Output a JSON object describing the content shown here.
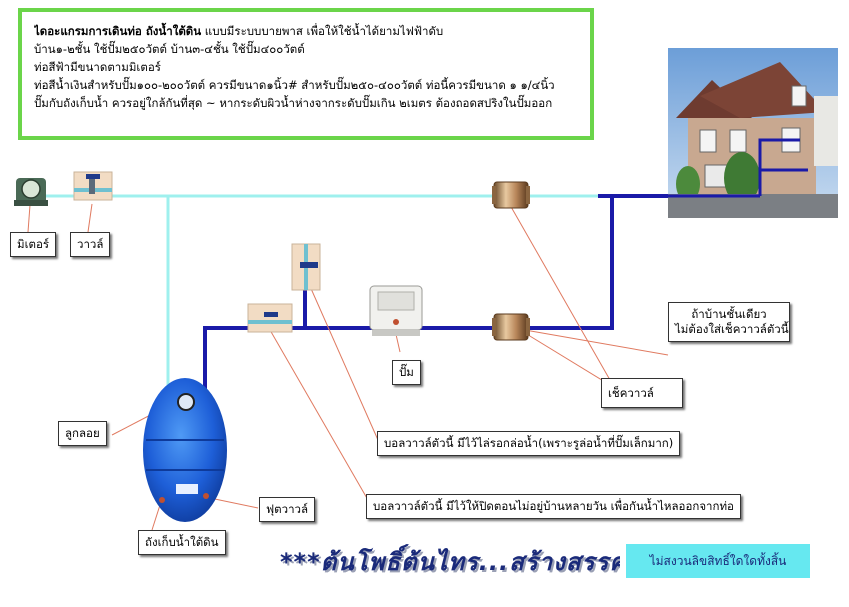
{
  "info": {
    "title": "ไดอะแกรมการเดินท่อ ถังน้ำใต้ดิน",
    "title_rest": " แบบมีระบบบายพาส เพื่อให้ใช้น้ำได้ยามไฟฟ้าดับ",
    "line2": "บ้าน๑-๒ชั้น ใช้ปั๊ม๒๕๐วัตต์    บ้าน๓-๔ชั้น ใช้ปั๊ม๔๐๐วัตต์",
    "line3": "ท่อสีฟ้ามีขนาดตามมิเตอร์",
    "line4": "ท่อสีน้ำเงินสำหรับปั๊ม๑๐๐-๒๐๐วัตต์ ควรมีขนาด๑นิ้ว# สำหรับปั๊ม๒๕๐-๔๐๐วัตต์ ท่อนี้ควรมีขนาด ๑ ๑/๔นิ้ว",
    "line5": "ปั๊มกับถังเก็บน้ำ ควรอยู่ใกล้กันที่สุด ~ หากระดับผิวน้ำห่างจากระดับปั๊มเกิน ๒เมตร ต้องถอดสปริงในปั๊มออก"
  },
  "labels": {
    "meter": "มิเตอร์",
    "valve": "วาวล์",
    "pump": "ปั๊ม",
    "float": "ลูกลอย",
    "check_valve": "เช็ควาวล์",
    "single_storey_line1": "ถ้าบ้านชั้นเดียว",
    "single_storey_line2": "ไม่ต้องใส่เช็ควาวล์ตัวนี้",
    "ball_valve_1": "บอลวาวล์ตัวนี้ มีไว้ไล่รอกล่อน้ำ(เพราะรูล่อน้ำที่ปั๊มเล็กมาก)",
    "ball_valve_2": "บอลวาวล์ตัวนี้ มีไว้ให้ปิดตอนไม่อยู่บ้านหลายวัน เพื่อกันน้ำไหลออกจากท่อ",
    "foot_valve": "ฟุตวาวล์",
    "tank": "ถังเก็บน้ำใต้ดิน"
  },
  "footer": {
    "title": "***ต้นโพธิ์ต้นไทร...สร้างสรรค์***",
    "copyright": "ไม่สงวนลิขสิทธิ์ใดใดทั้งสิ้น"
  },
  "colors": {
    "light_pipe": "#9ff0ee",
    "dark_pipe": "#1a1aa8",
    "info_border": "#6bd54a",
    "annotation_line": "#e07a60",
    "tank": "#1e5fd8"
  }
}
